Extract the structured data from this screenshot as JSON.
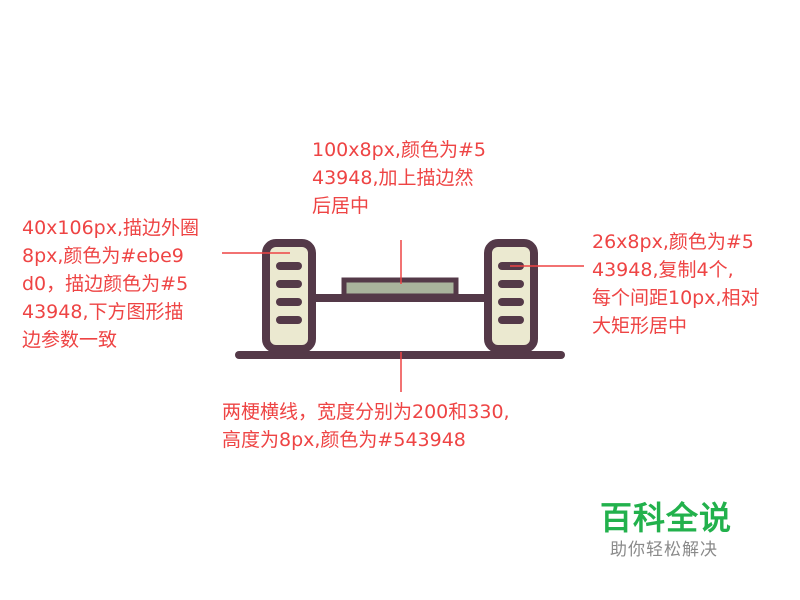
{
  "colors": {
    "stroke": "#543948",
    "panel_fill": "#ebe9d0",
    "center_fill": "#a9b39c",
    "annotation": "#ee4444",
    "brand": "#22b14c",
    "brand_sub": "#8a8a8a"
  },
  "annotations": {
    "left": [
      "40x106px,描边外圈",
      "8px,颜色为#ebe9",
      "d0，描边颜色为#5",
      "43948,下方图形描",
      "边参数一致"
    ],
    "top": [
      "100x8px,颜色为#5",
      "43948,加上描边然",
      "后居中"
    ],
    "right": [
      "26x8px,颜色为#5",
      "43948,复制4个,",
      "每个间距10px,相对",
      "大矩形居中"
    ],
    "bottom": [
      "两梗横线，宽度分别为200和330,",
      "高度为8px,颜色为#543948"
    ]
  },
  "brand": {
    "name": "百科全说",
    "tagline": "助你轻松解决"
  }
}
